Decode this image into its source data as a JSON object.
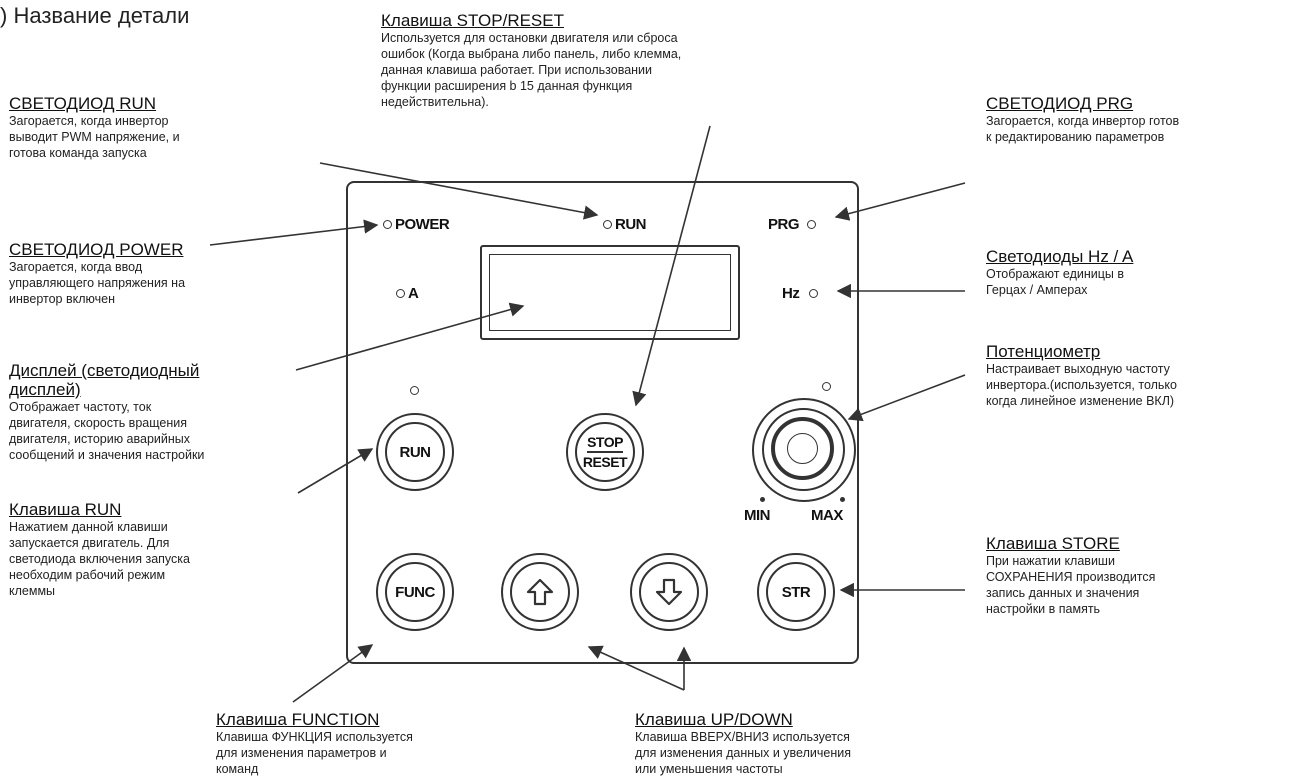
{
  "title": ") Название детали",
  "panel": {
    "led_power": "POWER",
    "led_run": "RUN",
    "led_prg": "PRG",
    "led_a": "A",
    "led_hz": "Hz",
    "btn_run": "RUN",
    "btn_stop_top": "STOP",
    "btn_stop_bottom": "RESET",
    "btn_func": "FUNC",
    "btn_str": "STR",
    "pot_min": "MIN",
    "pot_max": "MAX"
  },
  "annotations": {
    "stop_reset": {
      "heading": "Клавиша STOP/RESET",
      "lines": [
        "Используется для остановки двигателя или сброса",
        "ошибок (Когда выбрана либо панель, либо клемма,",
        "данная клавиша работает. При использовании",
        "функции расширения b 15 данная функция",
        "недействительна)."
      ]
    },
    "led_run": {
      "heading": "СВЕТОДИОД RUN",
      "lines": [
        "Загорается, когда инвертор",
        "выводит PWM напряжение, и",
        "готова команда запуска"
      ]
    },
    "led_prg": {
      "heading": "СВЕТОДИОД PRG",
      "lines": [
        "Загорается, когда инвертор готов",
        "к редактированию параметров"
      ]
    },
    "led_power": {
      "heading": "СВЕТОДИОД POWER",
      "lines": [
        "Загорается, когда ввод",
        "управляющего напряжения на",
        "инвертор включен"
      ]
    },
    "led_hz_a": {
      "heading": "Светодиоды Hz / A",
      "lines": [
        "Отображают единицы в",
        "Герцах / Амперах"
      ]
    },
    "display": {
      "heading_1": "Дисплей (светодиодный",
      "heading_2": "дисплей)",
      "lines": [
        "Отображает частоту, ток",
        "двигателя, скорость вращения",
        "двигателя, историю аварийных",
        "сообщений и значения настройки"
      ]
    },
    "potentiometer": {
      "heading": "Потенциометр",
      "lines": [
        "Настраивает выходную частоту",
        "инвертора.(используется, только",
        "когда линейное изменение ВКЛ)"
      ]
    },
    "run_key": {
      "heading": "Клавиша RUN",
      "lines": [
        "Нажатием данной клавиши",
        "запускается двигатель. Для",
        "светодиода включения запуска",
        "необходим рабочий режим",
        "клеммы"
      ]
    },
    "store_key": {
      "heading": "Клавиша STORE",
      "lines": [
        "При нажатии клавиши",
        "СОХРАНЕНИЯ производится",
        "запись данных и значения",
        "настройки в память"
      ]
    },
    "function_key": {
      "heading": "Клавиша FUNCTION",
      "lines": [
        "Клавиша ФУНКЦИЯ используется",
        "для изменения параметров и",
        "команд"
      ]
    },
    "updown_key": {
      "heading": "Клавиша UP/DOWN",
      "lines": [
        "Клавиша ВВЕРХ/ВНИЗ используется",
        "для изменения данных и увеличения",
        "или уменьшения частоты"
      ]
    }
  }
}
